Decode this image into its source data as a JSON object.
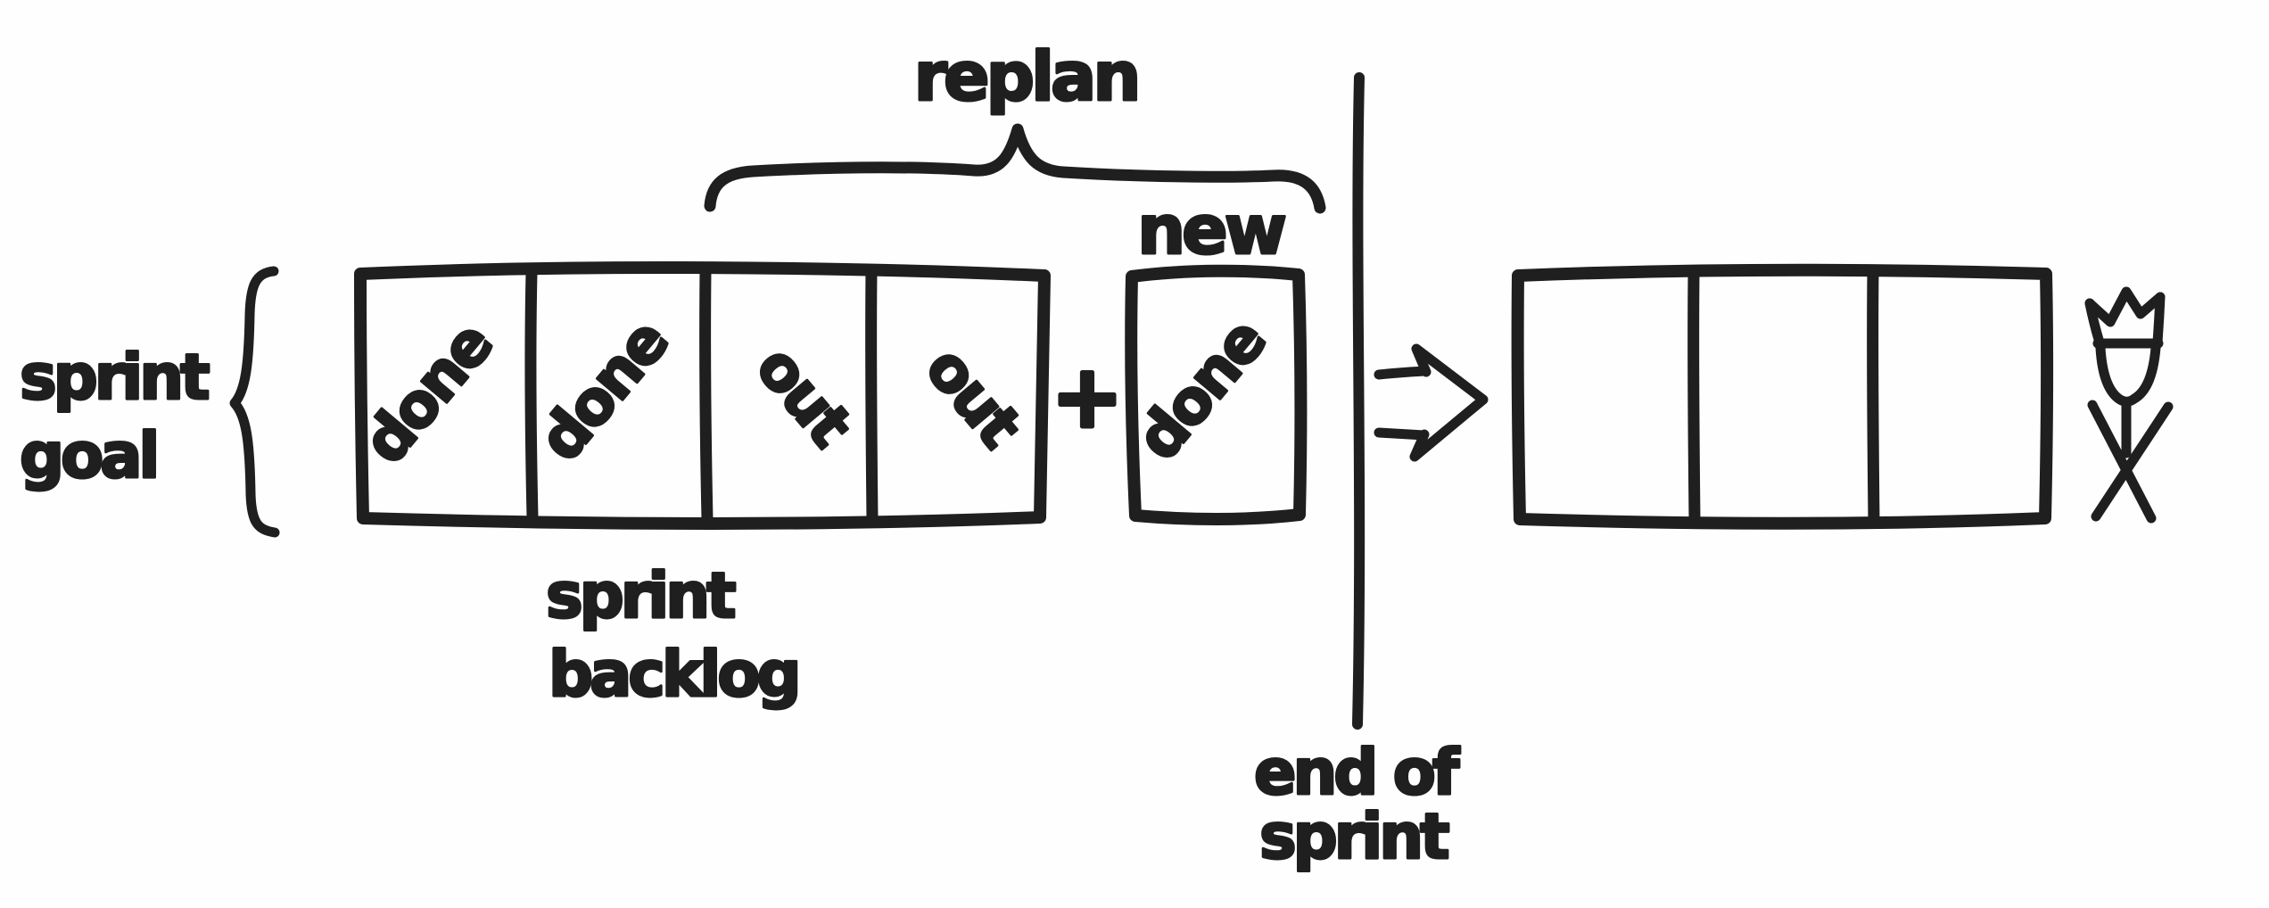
{
  "canvas": {
    "background_color": "#fefefe",
    "ink_color": "#1f1f1f",
    "style": "hand-drawn marker sketch"
  },
  "labels": {
    "sprint_goal": {
      "line1": "sprint",
      "line2": "goal"
    },
    "sprint_backlog": {
      "line1": "sprint",
      "line2": "backlog"
    },
    "replan": "replan",
    "new_item": "new",
    "plus": "+",
    "end_of_sprint": {
      "line1": "end of",
      "line2": "sprint"
    }
  },
  "sprint_backlog_box": {
    "cells": [
      {
        "label": "done",
        "text_direction": "ascending-diagonal"
      },
      {
        "label": "done",
        "text_direction": "ascending-diagonal"
      },
      {
        "label": "out",
        "text_direction": "descending-diagonal"
      },
      {
        "label": "out",
        "text_direction": "descending-diagonal"
      }
    ]
  },
  "new_story_box": {
    "label": "done",
    "text_direction": "ascending-diagonal"
  },
  "next_sprint_box": {
    "cells": [
      "",
      "",
      ""
    ]
  },
  "icons": {
    "arrow": "hollow-arrow-right-icon",
    "flower": "crowned-tulip-stick-figure-icon",
    "replan_brace": "horizontal-curly-brace",
    "sprint_goal_brace": "left-curly-brace",
    "end_of_sprint_divider": "vertical-line"
  }
}
